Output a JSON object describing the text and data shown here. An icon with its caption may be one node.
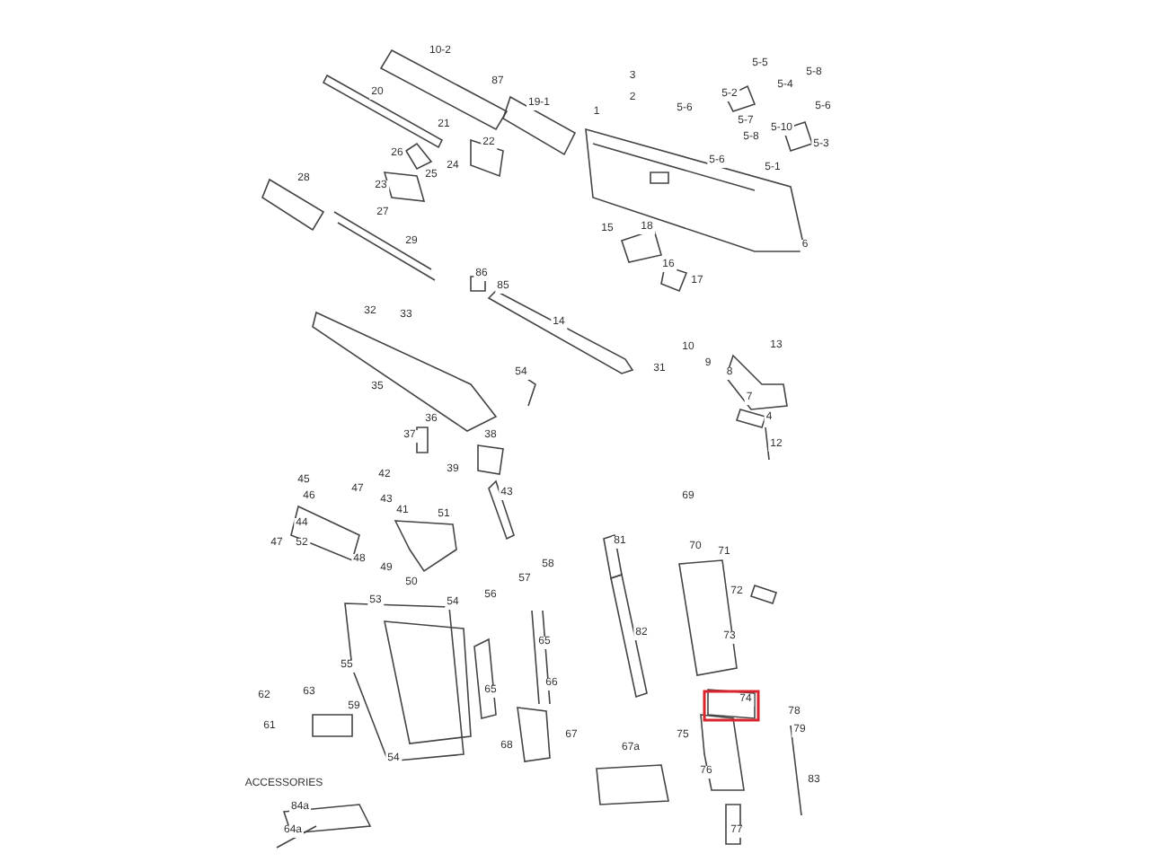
{
  "diagram": {
    "labels": [
      "10-2",
      "3",
      "5-5",
      "5-8",
      "5-4",
      "87",
      "20",
      "2",
      "5-2",
      "19-1",
      "5-6",
      "5-6",
      "1",
      "5-7",
      "21",
      "5-10",
      "5-8",
      "22",
      "5-3",
      "26",
      "5-6",
      "24",
      "5-1",
      "25",
      "28",
      "23",
      "27",
      "18",
      "15",
      "29",
      "6",
      "16",
      "86",
      "85",
      "17",
      "32",
      "33",
      "14",
      "13",
      "10",
      "9",
      "31",
      "8",
      "54",
      "35",
      "7",
      "4",
      "36",
      "37",
      "38",
      "12",
      "39",
      "42",
      "45",
      "47",
      "43",
      "46",
      "69",
      "43",
      "41",
      "51",
      "44",
      "81",
      "47",
      "52",
      "70",
      "71",
      "48",
      "58",
      "49",
      "57",
      "50",
      "72",
      "56",
      "53",
      "54",
      "82",
      "73",
      "65",
      "55",
      "66",
      "65",
      "63",
      "62",
      "74",
      "59",
      "78",
      "61",
      "79",
      "75",
      "67",
      "68",
      "67a",
      "54",
      "76",
      "83",
      "ACCESSORIES",
      "84a",
      "64a",
      "77"
    ]
  }
}
